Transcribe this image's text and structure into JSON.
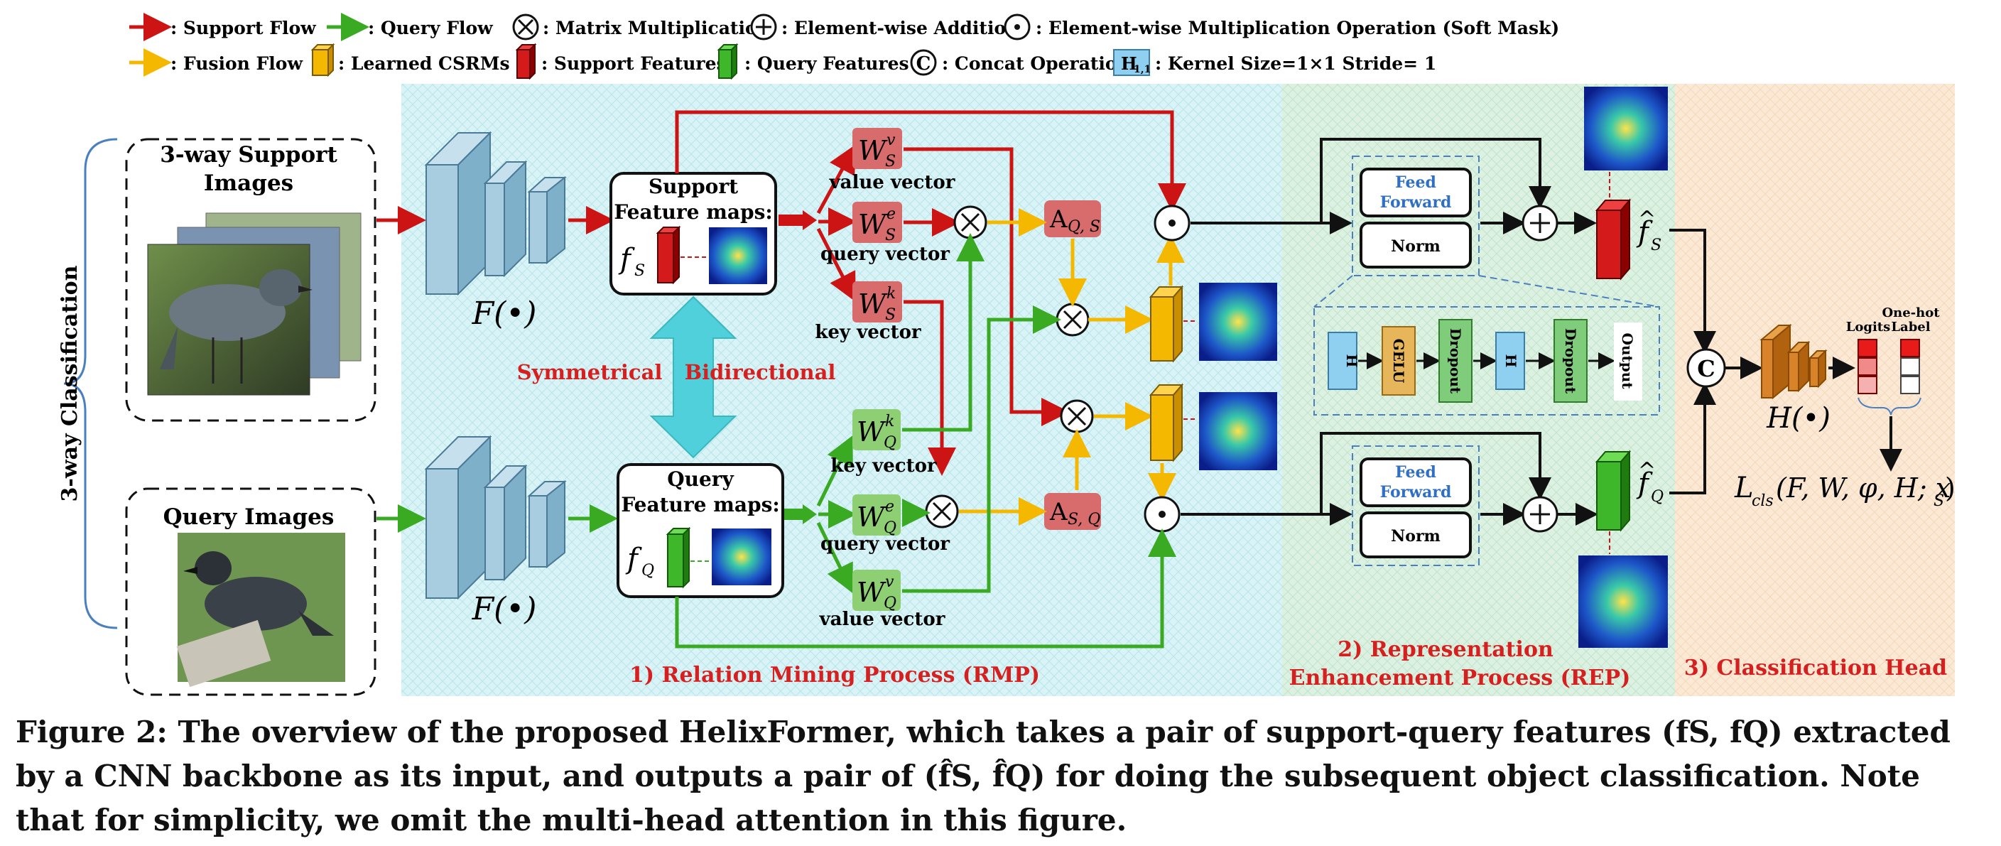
{
  "legend": {
    "support_flow": ": Support Flow",
    "query_flow": ": Query Flow",
    "matrix_mult": ": Matrix Multiplication",
    "elementwise_add": ": Element-wise Addition",
    "soft_mask": ": Element-wise Multiplication Operation (Soft Mask)",
    "fusion_flow": ": Fusion Flow",
    "learned_csrms": ": Learned CSRMs",
    "support_features": ": Support Features",
    "query_features": ": Query Features",
    "concat": ": Concat Operation",
    "kernel": ": Kernel Size=1×1  Stride= 1",
    "kernel_symbol": "H",
    "kernel_sub": "1,1"
  },
  "left": {
    "classification_label": "3-way Classification",
    "support_title_1": "3-way Support",
    "support_title_2": "Images",
    "query_title": "Query Images"
  },
  "backbone": {
    "label": "F(•)"
  },
  "rmp": {
    "support_box_title_1": "Support",
    "support_box_title_2": "Feature maps:",
    "query_box_title_1": "Query",
    "query_box_title_2": "Feature maps:",
    "f_s": "f",
    "f_s_sub": "S",
    "f_q": "f",
    "f_q_sub": "Q",
    "symmetrical": "Symmetrical",
    "bidirectional": "Bidirectional",
    "value_vector": "value vector",
    "query_vector": "query vector",
    "key_vector": "key vector",
    "W": "W",
    "sup_v": "v",
    "sup_e": "e",
    "sup_k": "k",
    "sub_s": "S",
    "sub_q": "Q",
    "A": "A",
    "a_qs_sub": "Q, S",
    "a_sq_sub": "S, Q",
    "label": "1) Relation Mining Process (RMP)"
  },
  "rep": {
    "feed": "Feed",
    "forward": "Forward",
    "norm": "Norm",
    "gelu": "GELU",
    "dropout": "Dropout",
    "output": "Output",
    "label_1": "2) Representation",
    "label_2": "Enhancement Process (REP)"
  },
  "head": {
    "fhat": "f",
    "sub_s": "S",
    "sub_q": "Q",
    "concat": "C",
    "h_label": "H(•)",
    "logits": "Logits",
    "onehot_1": "One-hot",
    "onehot_2": "Label",
    "loss": "L",
    "loss_sub": "cls",
    "loss_args": "(F, W, φ, H; x",
    "loss_args_sub": "S",
    "loss_close": ")",
    "label": "3) Classification Head"
  },
  "caption": "Figure 2: The overview of the proposed HelixFormer, which takes a pair of support-query features (fS, fQ) extracted by a CNN backbone as its input, and outputs a pair of (f̂S, f̂Q) for doing the subsequent object classification. Note that for simplicity, we omit the multi-head attention in this figure.",
  "colors": {
    "support": "#cc1414",
    "query": "#3aaa23",
    "fusion": "#f5b800",
    "rmp_bg": "#d9f3f6",
    "rep_bg": "#ddf1e2",
    "head_bg": "#fbe9d6",
    "w_box": "#d86b6b",
    "w_box_q": "#8fcf73",
    "label_red": "#d62020"
  }
}
